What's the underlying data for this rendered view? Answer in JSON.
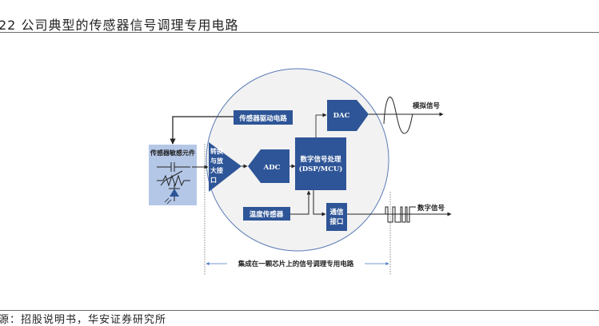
{
  "figure": {
    "title": "22 公司典型的传感器信号调理专用电路",
    "source": "源：招股说明书，华安证券研究所"
  },
  "colors": {
    "block_blue": "#2e5597",
    "sensor_box_fill": "#b4c7e7",
    "circle_fill": "#f2f2f2",
    "circle_stroke": "#5a7bb5",
    "line": "#222222",
    "span_arrow": "#4a78c4"
  },
  "diagram": {
    "sensor_element": {
      "label": "传感器敏感元件",
      "icons": [
        "capacitor-icon",
        "resistor-icon",
        "photodiode-icon"
      ]
    },
    "driver_circuit": {
      "label": "传感器驱动电路"
    },
    "amplifier": {
      "label_lines": [
        "转换",
        "与放",
        "大接",
        "口"
      ]
    },
    "adc": {
      "label": "ADC"
    },
    "dsp": {
      "label_line1": "数字信号处理",
      "label_line2": "(DSP/MCU)"
    },
    "dac": {
      "label": "DAC"
    },
    "temp_sensor": {
      "label": "温度传感器"
    },
    "comm_interface": {
      "label_line1": "通信",
      "label_line2": "接口"
    },
    "analog_output": {
      "label": "模拟信号"
    },
    "digital_output": {
      "label": "数字信号"
    },
    "chip_span": {
      "label": "集成在一颗芯片上的信号调理专用电路"
    }
  }
}
